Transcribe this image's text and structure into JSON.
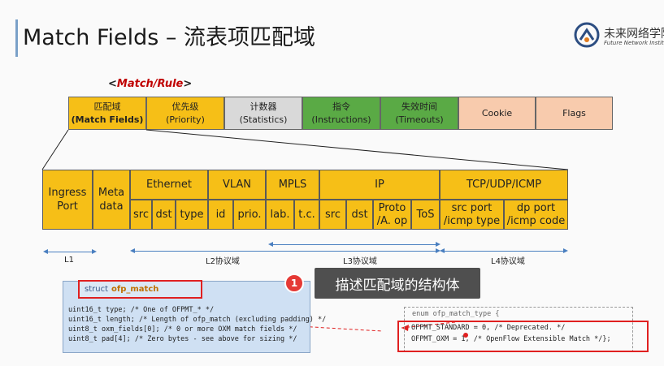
{
  "slide": {
    "title": "Match Fields – 流表项匹配域",
    "logo_cn": "未来网络学院",
    "logo_en": "Future Network Institute"
  },
  "rule_label": {
    "open": "<",
    "text": "Match/Rule",
    "close": ">"
  },
  "flow_entry": [
    {
      "cn": "匹配域",
      "en": "(Match Fields)",
      "color": "#f6bf17"
    },
    {
      "cn": "优先级",
      "en": "(Priority)",
      "color": "#f6bf17"
    },
    {
      "cn": "计数器",
      "en": "(Statistics)",
      "color": "#d9d9d9"
    },
    {
      "cn": "指令",
      "en": "(Instructions)",
      "color": "#5aaa45"
    },
    {
      "cn": "失效时间",
      "en": "(Timeouts)",
      "color": "#5aaa45"
    },
    {
      "cn": "Cookie",
      "en": "",
      "color": "#f8cbad"
    },
    {
      "cn": "Flags",
      "en": "",
      "color": "#f8cbad"
    }
  ],
  "fields": {
    "ingress": [
      "Ingress",
      "Port"
    ],
    "meta": [
      "Meta",
      "data"
    ],
    "groups": [
      "Ethernet",
      "VLAN",
      "MPLS",
      "IP",
      "TCP/UDP/ICMP"
    ],
    "sub": [
      "src",
      "dst",
      "type",
      "id",
      "prio.",
      "lab.",
      "t.c.",
      "src",
      "dst",
      "Proto\n/A. op",
      "ToS",
      "src port\n/icmp type",
      "dp port\n/icmp code"
    ]
  },
  "layers": [
    "L1",
    "L2协议域",
    "L3协议域",
    "L4协议域"
  ],
  "struct": {
    "keyword": "struct",
    "name": "ofp_match",
    "lines": [
      "uint16_t type;          /* One of OFPMT_* */",
      "uint16_t length;        /* Length of ofp_match (excluding padding) */",
      "uint8_t oxm_fields[0];  /* 0 or more OXM match fields */",
      "uint8_t pad[4];         /* Zero bytes - see above for sizing */"
    ]
  },
  "tooltip": {
    "number": "1",
    "text": "描述匹配域的结构体"
  },
  "enum": {
    "header": "enum ofp_match_type {",
    "lines": [
      "OFPMT_STANDARD = 0,   /* Deprecated. */",
      "OFPMT_OXM = 1,        /* OpenFlow Extensible Match */};"
    ]
  },
  "colors": {
    "accent_red": "#e02020",
    "field_yellow": "#f6bf17",
    "layer_blue": "#4a7fc0"
  }
}
